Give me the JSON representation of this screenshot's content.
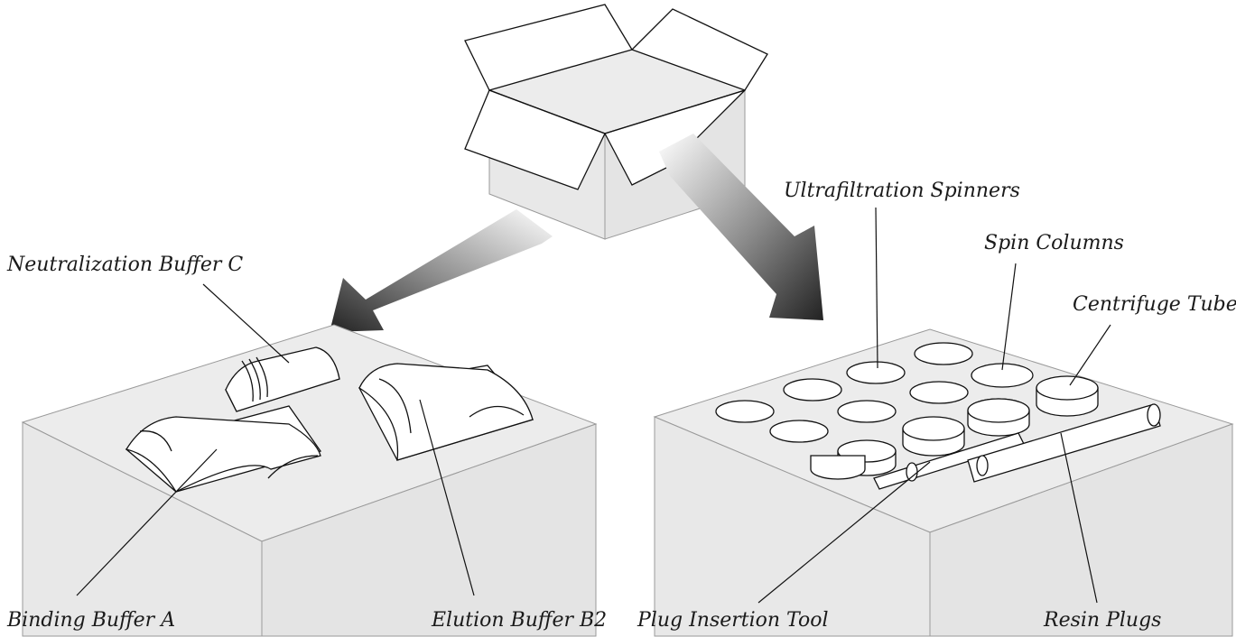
{
  "labels": {
    "neutralization": "Neutralization Buffer C",
    "binding": "Binding Buffer A",
    "elution": "Elution Buffer B2",
    "ultrafiltration": "Ultrafiltration Spinners",
    "spin_columns": "Spin Columns",
    "centrifuge": "Centrifuge Tubes",
    "plug_tool": "Plug Insertion Tool",
    "resin_plugs": "Resin Plugs"
  }
}
